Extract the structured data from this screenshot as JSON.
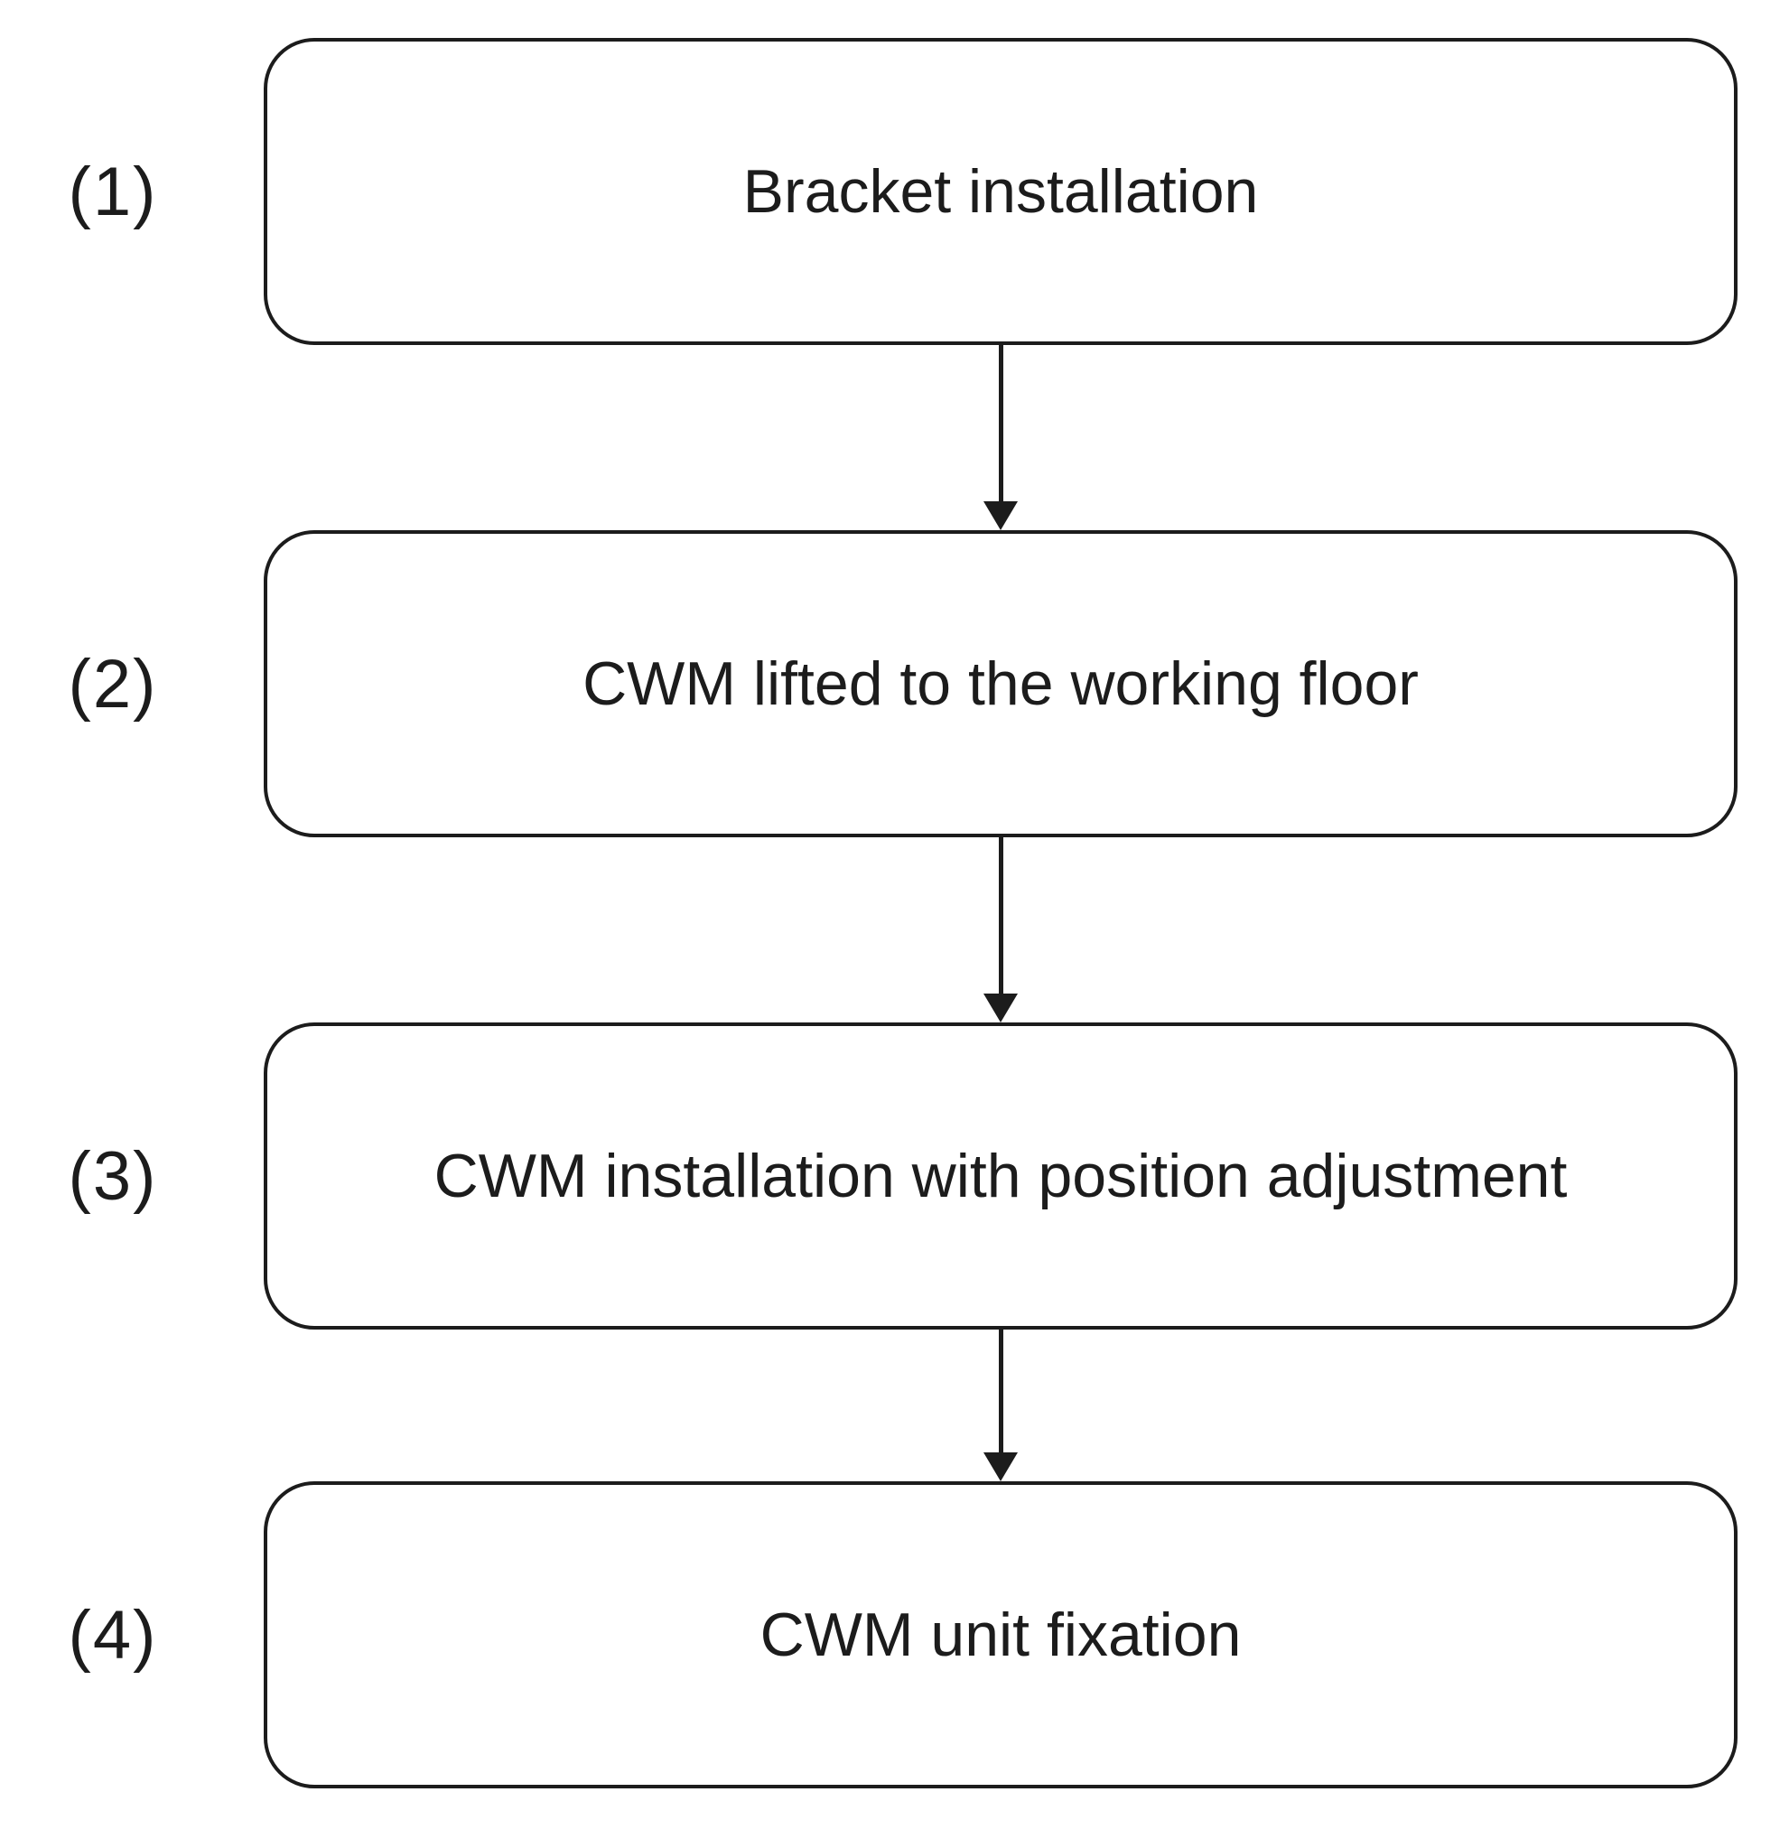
{
  "diagram": {
    "type": "flowchart",
    "orientation": "vertical",
    "background_color": "#ffffff",
    "stroke_color": "#1c1c1c",
    "box_fill_color": "#ffffff",
    "text_color": "#1c1c1c",
    "steps": [
      {
        "number": "(1)",
        "title": "Bracket installation"
      },
      {
        "number": "(2)",
        "title": "CWM lifted to the working floor"
      },
      {
        "number": "(3)",
        "title": "CWM installation with position adjustment"
      },
      {
        "number": "(4)",
        "title": "CWM unit fixation"
      }
    ],
    "connectors": [
      {
        "from": "(1)",
        "to": "(2)",
        "style": "arrow-down"
      },
      {
        "from": "(2)",
        "to": "(3)",
        "style": "arrow-down"
      },
      {
        "from": "(3)",
        "to": "(4)",
        "style": "arrow-down"
      }
    ]
  }
}
